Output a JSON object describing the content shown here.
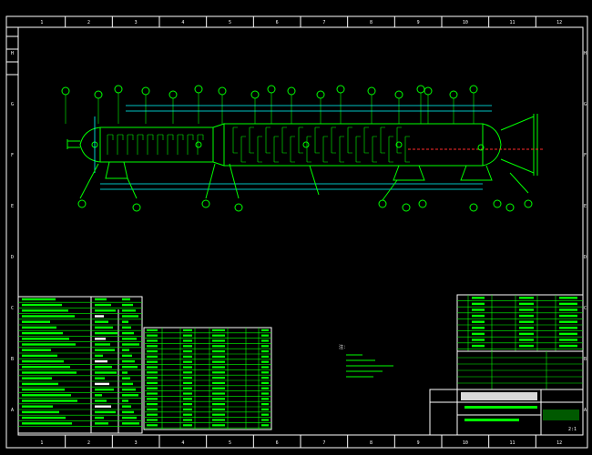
{
  "drawing": {
    "border_columns": [
      "1",
      "2",
      "3",
      "4",
      "5",
      "6",
      "7",
      "8",
      "9",
      "10",
      "11",
      "12"
    ],
    "border_rows": [
      "H",
      "G",
      "F",
      "E",
      "D",
      "C",
      "B",
      "A"
    ],
    "colors": {
      "background": "#000000",
      "frame": "#ffffff",
      "geometry": "#00ff00",
      "dimension": "#00ffff",
      "centerline": "#ff2a2a"
    }
  },
  "notes": {
    "heading": "注："
  },
  "title_block": {
    "number": "2:1"
  }
}
